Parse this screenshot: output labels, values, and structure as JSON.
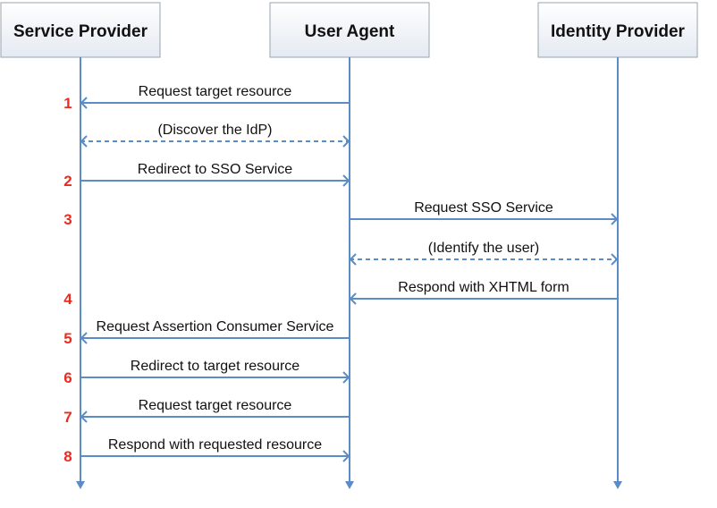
{
  "participants": [
    {
      "id": "sp",
      "label": "Service Provider"
    },
    {
      "id": "ua",
      "label": "User Agent"
    },
    {
      "id": "idp",
      "label": "Identity Provider"
    }
  ],
  "colors": {
    "line": "#5b8cc8",
    "box_fill_top": "#ffffff",
    "box_fill_bottom": "#e4eaf2",
    "box_border": "#9aa3ad",
    "step_number": "#ee2a1f"
  },
  "messages": [
    {
      "step": "1",
      "label": "Request target resource",
      "from": "ua",
      "to": "sp",
      "dashed": false
    },
    {
      "step": "",
      "label": "(Discover the IdP)",
      "from": "sp",
      "to": "ua",
      "dashed": true,
      "bidirectional": true
    },
    {
      "step": "2",
      "label": "Redirect to SSO Service",
      "from": "sp",
      "to": "ua",
      "dashed": false
    },
    {
      "step": "3",
      "label": "Request SSO Service",
      "from": "ua",
      "to": "idp",
      "dashed": false
    },
    {
      "step": "",
      "label": "(Identify the user)",
      "from": "ua",
      "to": "idp",
      "dashed": true,
      "bidirectional": true
    },
    {
      "step": "4",
      "label": "Respond with XHTML form",
      "from": "idp",
      "to": "ua",
      "dashed": false
    },
    {
      "step": "5",
      "label": "Request Assertion Consumer Service",
      "from": "ua",
      "to": "sp",
      "dashed": false
    },
    {
      "step": "6",
      "label": "Redirect to target resource",
      "from": "sp",
      "to": "ua",
      "dashed": false
    },
    {
      "step": "7",
      "label": "Request target resource",
      "from": "ua",
      "to": "sp",
      "dashed": false
    },
    {
      "step": "8",
      "label": "Respond with requested resource",
      "from": "sp",
      "to": "ua",
      "dashed": false
    }
  ]
}
